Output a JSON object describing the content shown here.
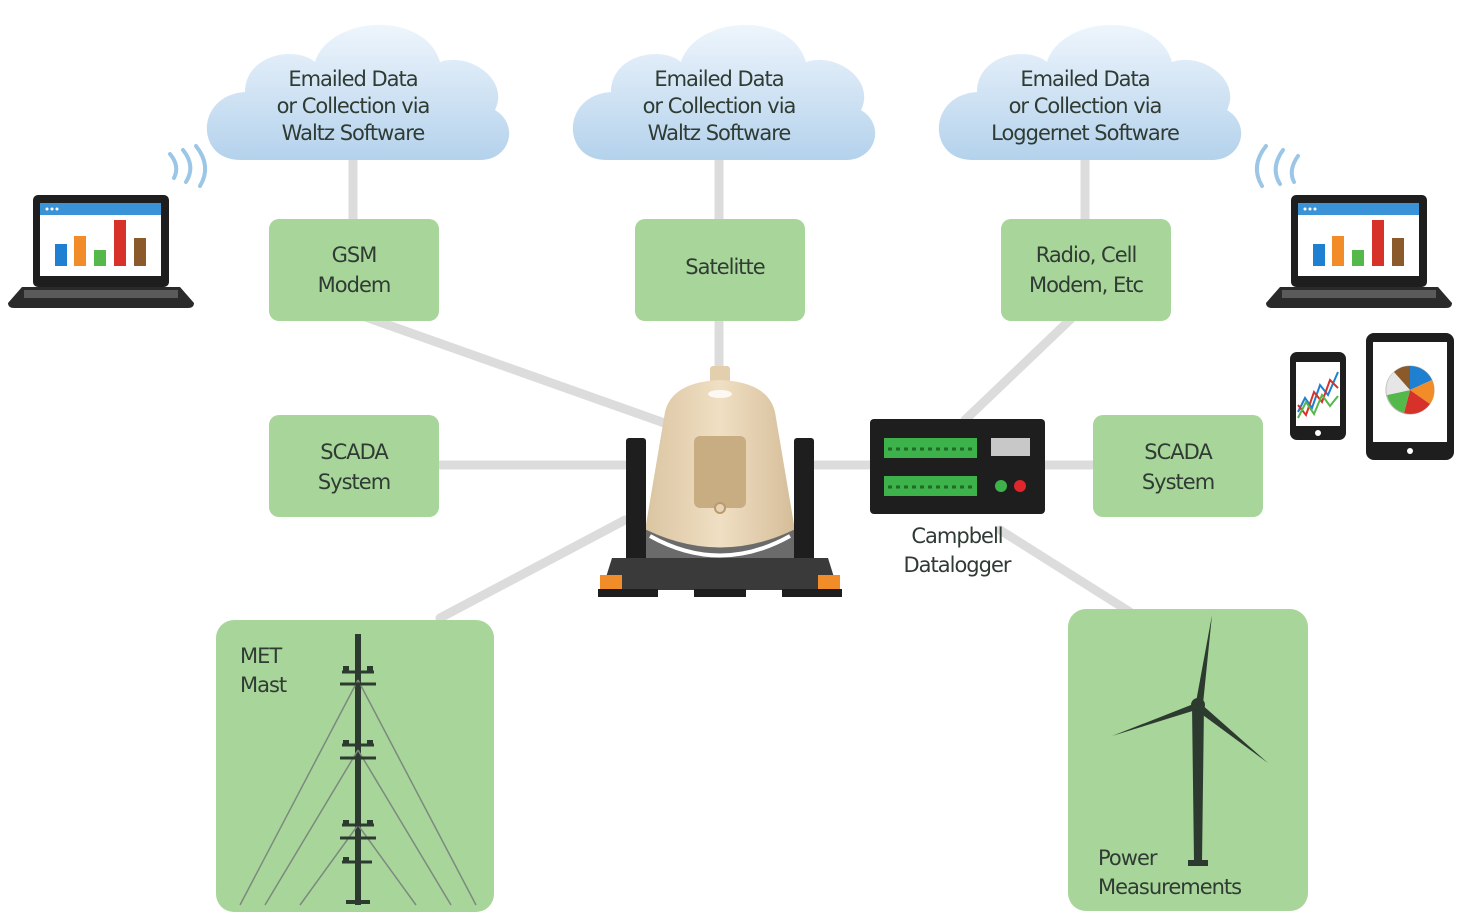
{
  "clouds": [
    {
      "line1": "Emailed Data",
      "line2": "or Collection via",
      "line3": "Waltz Software"
    },
    {
      "line1": "Emailed Data",
      "line2": "or Collection via",
      "line3": "Waltz Software"
    },
    {
      "line1": "Emailed Data",
      "line2": "or Collection via",
      "line3": "Loggernet Software"
    }
  ],
  "boxes": {
    "gsm": {
      "line1": "GSM",
      "line2": "Modem"
    },
    "satellite": {
      "line1": "Satelitte"
    },
    "radio": {
      "line1": "Radio, Cell",
      "line2": "Modem, Etc"
    },
    "scada_left": {
      "line1": "SCADA",
      "line2": "System"
    },
    "scada_right": {
      "line1": "SCADA",
      "line2": "System"
    },
    "met_mast": {
      "line1": "MET",
      "line2": "Mast"
    },
    "power": {
      "line1": "Power",
      "line2": "Measurements"
    }
  },
  "datalogger": {
    "line1": "Campbell",
    "line2": "Datalogger"
  },
  "colors": {
    "box_fill": "#a8d59a",
    "connector": "#d9d9d9",
    "cloud_top": "#e8f2fb",
    "cloud_bottom": "#b7d5ee",
    "lidar_body": "#e8d4b5",
    "device_dark": "#1e1e1e",
    "bar_blue": "#1f7fd1",
    "bar_orange": "#f28c28",
    "bar_green": "#55b84a",
    "bar_red": "#d7322a",
    "bar_brown": "#8a5a2b"
  },
  "icons": {
    "laptop_left": "laptop-bar-chart-icon",
    "laptop_right": "laptop-bar-chart-icon",
    "phone": "smartphone-line-chart-icon",
    "tablet": "tablet-pie-chart-icon",
    "wifi_left": "wireless-signal-icon",
    "wifi_right": "wireless-signal-icon",
    "lidar": "lidar-unit-icon",
    "tower": "met-mast-tower-icon",
    "turbine": "wind-turbine-icon",
    "logger": "datalogger-icon"
  }
}
